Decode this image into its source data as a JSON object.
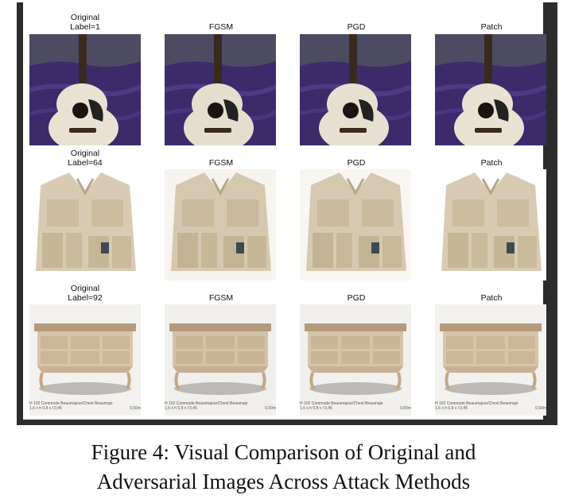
{
  "columns": [
    "Original",
    "FGSM",
    "PGD",
    "Patch"
  ],
  "rows": [
    {
      "original_label": "Label=1",
      "subject": "acoustic-guitar"
    },
    {
      "original_label": "Label=64",
      "subject": "tactical-vest"
    },
    {
      "original_label": "Label=92",
      "subject": "wooden-chest"
    }
  ],
  "chest_caption": {
    "line1": "H 102 Commode Beaumajour/Chest Beaumajo",
    "line2_left": "1,6 x h 0,8 x l 0,45",
    "line2_right": "0,50m"
  },
  "figure_caption": {
    "line1": "Figure 4: Visual Comparison of Original and",
    "line2": "Adversarial Images Across Attack Methods"
  }
}
